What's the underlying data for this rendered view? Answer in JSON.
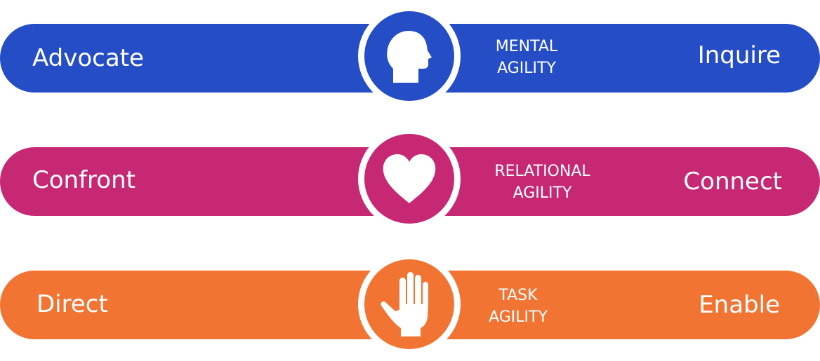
{
  "colors": {
    "mental": "#254ec6",
    "relational": "#c72874",
    "task": "#f27433"
  },
  "rows": [
    {
      "left_label": "Advocate",
      "right_label": "Inquire",
      "agility_line1": "MENTAL",
      "agility_line2": "AGILITY",
      "icon": "head-profile-icon"
    },
    {
      "left_label": "Confront",
      "right_label": "Connect",
      "agility_line1": "RELATIONAL",
      "agility_line2": "AGILITY",
      "icon": "heart-icon"
    },
    {
      "left_label": "Direct",
      "right_label": "Enable",
      "agility_line1": "TASK",
      "agility_line2": "AGILITY",
      "icon": "open-hand-icon"
    }
  ]
}
